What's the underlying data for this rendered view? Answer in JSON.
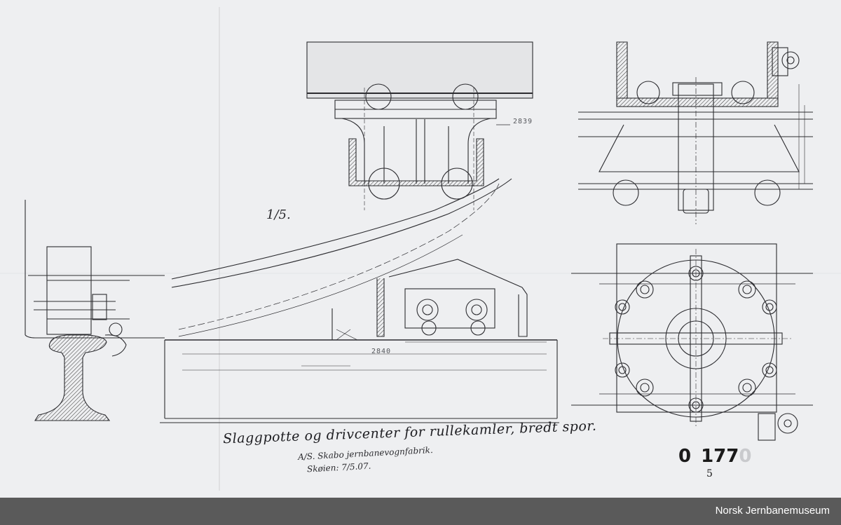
{
  "drawing": {
    "title": "Slaggpotte og drivcenter for rullekamler, bredt spor.",
    "maker": "A/S. Skabo jernbanevognfabrik.",
    "date": "Skøien: 7/5.07.",
    "scale": "1/5.",
    "callout_upper": "2839",
    "callout_lower": "2840",
    "drawing_number_prefix": "0",
    "drawing_number": "177",
    "drawing_number_ghost": "0",
    "sheet_number": "5"
  },
  "footer": {
    "brand": "Norsk Jernbanemuseum",
    "background": "#5a5a5a"
  },
  "colors": {
    "paper": "#eeeff1",
    "ink": "#2a2a2e"
  }
}
